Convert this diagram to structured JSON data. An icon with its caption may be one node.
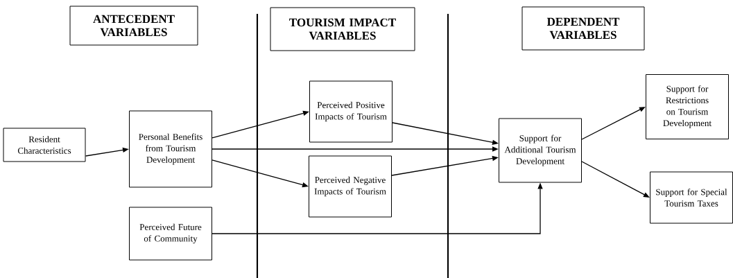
{
  "diagram": {
    "nodes": [
      {
        "text": [
          "ANTECEDENT VARIABLES"
        ]
      },
      {
        "text": [
          "TOURISM IMPACT VARIABLES"
        ]
      },
      {
        "text": [
          "DEPENDENT VARIABLES"
        ]
      },
      {
        "text": [
          "Resident Characteristics"
        ]
      },
      {
        "text": [
          "Personal Benefits from Tourism Development"
        ]
      },
      {
        "text": [
          "Perceived Positive Impacts of Tourism"
        ]
      },
      {
        "text": [
          "Perceived Negative Impacts of Tourism"
        ]
      },
      {
        "text": [
          "Perceived Future of Community"
        ]
      },
      {
        "text": [
          "Support for Additional Tourism Development"
        ]
      },
      {
        "text": [
          "Support for Restrictions on Tourism Development"
        ]
      },
      {
        "text": [
          "Support for Special Tourism Taxes"
        ]
      }
    ],
    "edges": [
      {
        "from": 3,
        "to": 4,
        "arrow": "to"
      },
      {
        "from": 4,
        "to": 5,
        "arrow": "to"
      },
      {
        "from": 4,
        "to": 8,
        "arrow": "to"
      },
      {
        "from": 4,
        "to": 6,
        "arrow": "to"
      },
      {
        "from": 5,
        "to": 8,
        "arrow": "to"
      },
      {
        "from": 6,
        "to": 8,
        "arrow": "to"
      },
      {
        "from": 7,
        "to": 8,
        "arrow": "to"
      },
      {
        "from": 8,
        "to": 9,
        "arrow": "to"
      },
      {
        "from": 8,
        "to": 10,
        "arrow": "to"
      }
    ]
  }
}
